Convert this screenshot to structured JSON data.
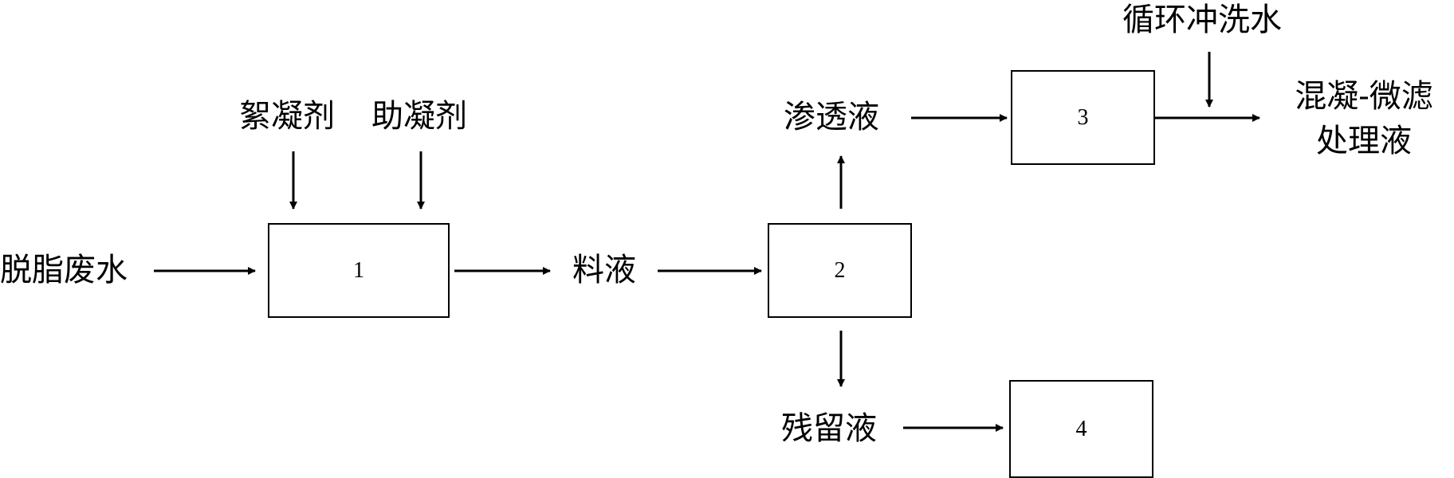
{
  "inputs": {
    "wastewater": "脱脂废水",
    "flocculant": "絮凝剂",
    "coagulant_aid": "助凝剂",
    "flush_water": "循环冲洗水"
  },
  "intermediates": {
    "feed_liquid": "料液",
    "permeate": "渗透液",
    "retentate": "残留液"
  },
  "output": {
    "line1": "混凝-微滤",
    "line2": "处理液"
  },
  "units": {
    "unit1": "1",
    "unit2": "2",
    "unit3": "3",
    "unit4": "4"
  },
  "colors": {
    "line": "#000000",
    "background": "#ffffff"
  }
}
